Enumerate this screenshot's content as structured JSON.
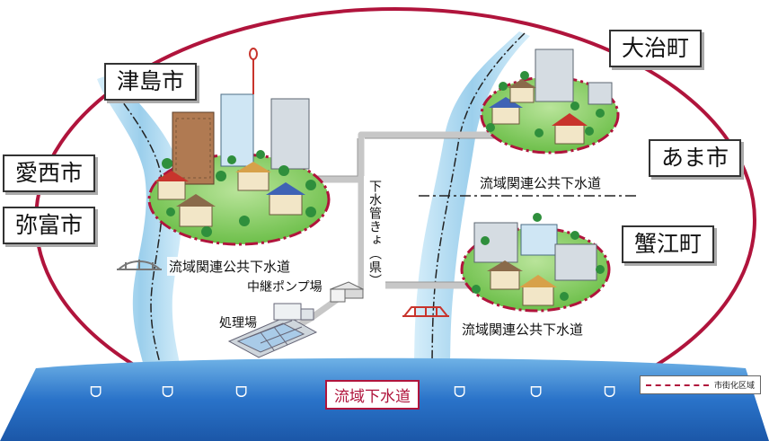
{
  "cities": {
    "tsushima": "津島市",
    "aisai": "愛西市",
    "yatomi": "弥富市",
    "oharu": "大治町",
    "ama": "あま市",
    "kanie": "蟹江町"
  },
  "labels": {
    "regional_public_sewer_1": "流域関連公共下水道",
    "regional_public_sewer_2": "流域関連公共下水道",
    "regional_public_sewer_3": "流域関連公共下水道",
    "trunk_sewer_pref": "下水管きょ（県）",
    "relay_pump_station": "中継ポンプ場",
    "treatment_plant": "処理場",
    "regional_sewer": "流域下水道"
  },
  "legend": {
    "urbanization_area": "市街化区域"
  },
  "colors": {
    "boundary": "#b0143c",
    "sea": "#2a73c9",
    "river": "#a9d6ee",
    "ground": "#8fcf6b",
    "pipe": "#c7c7c7"
  }
}
